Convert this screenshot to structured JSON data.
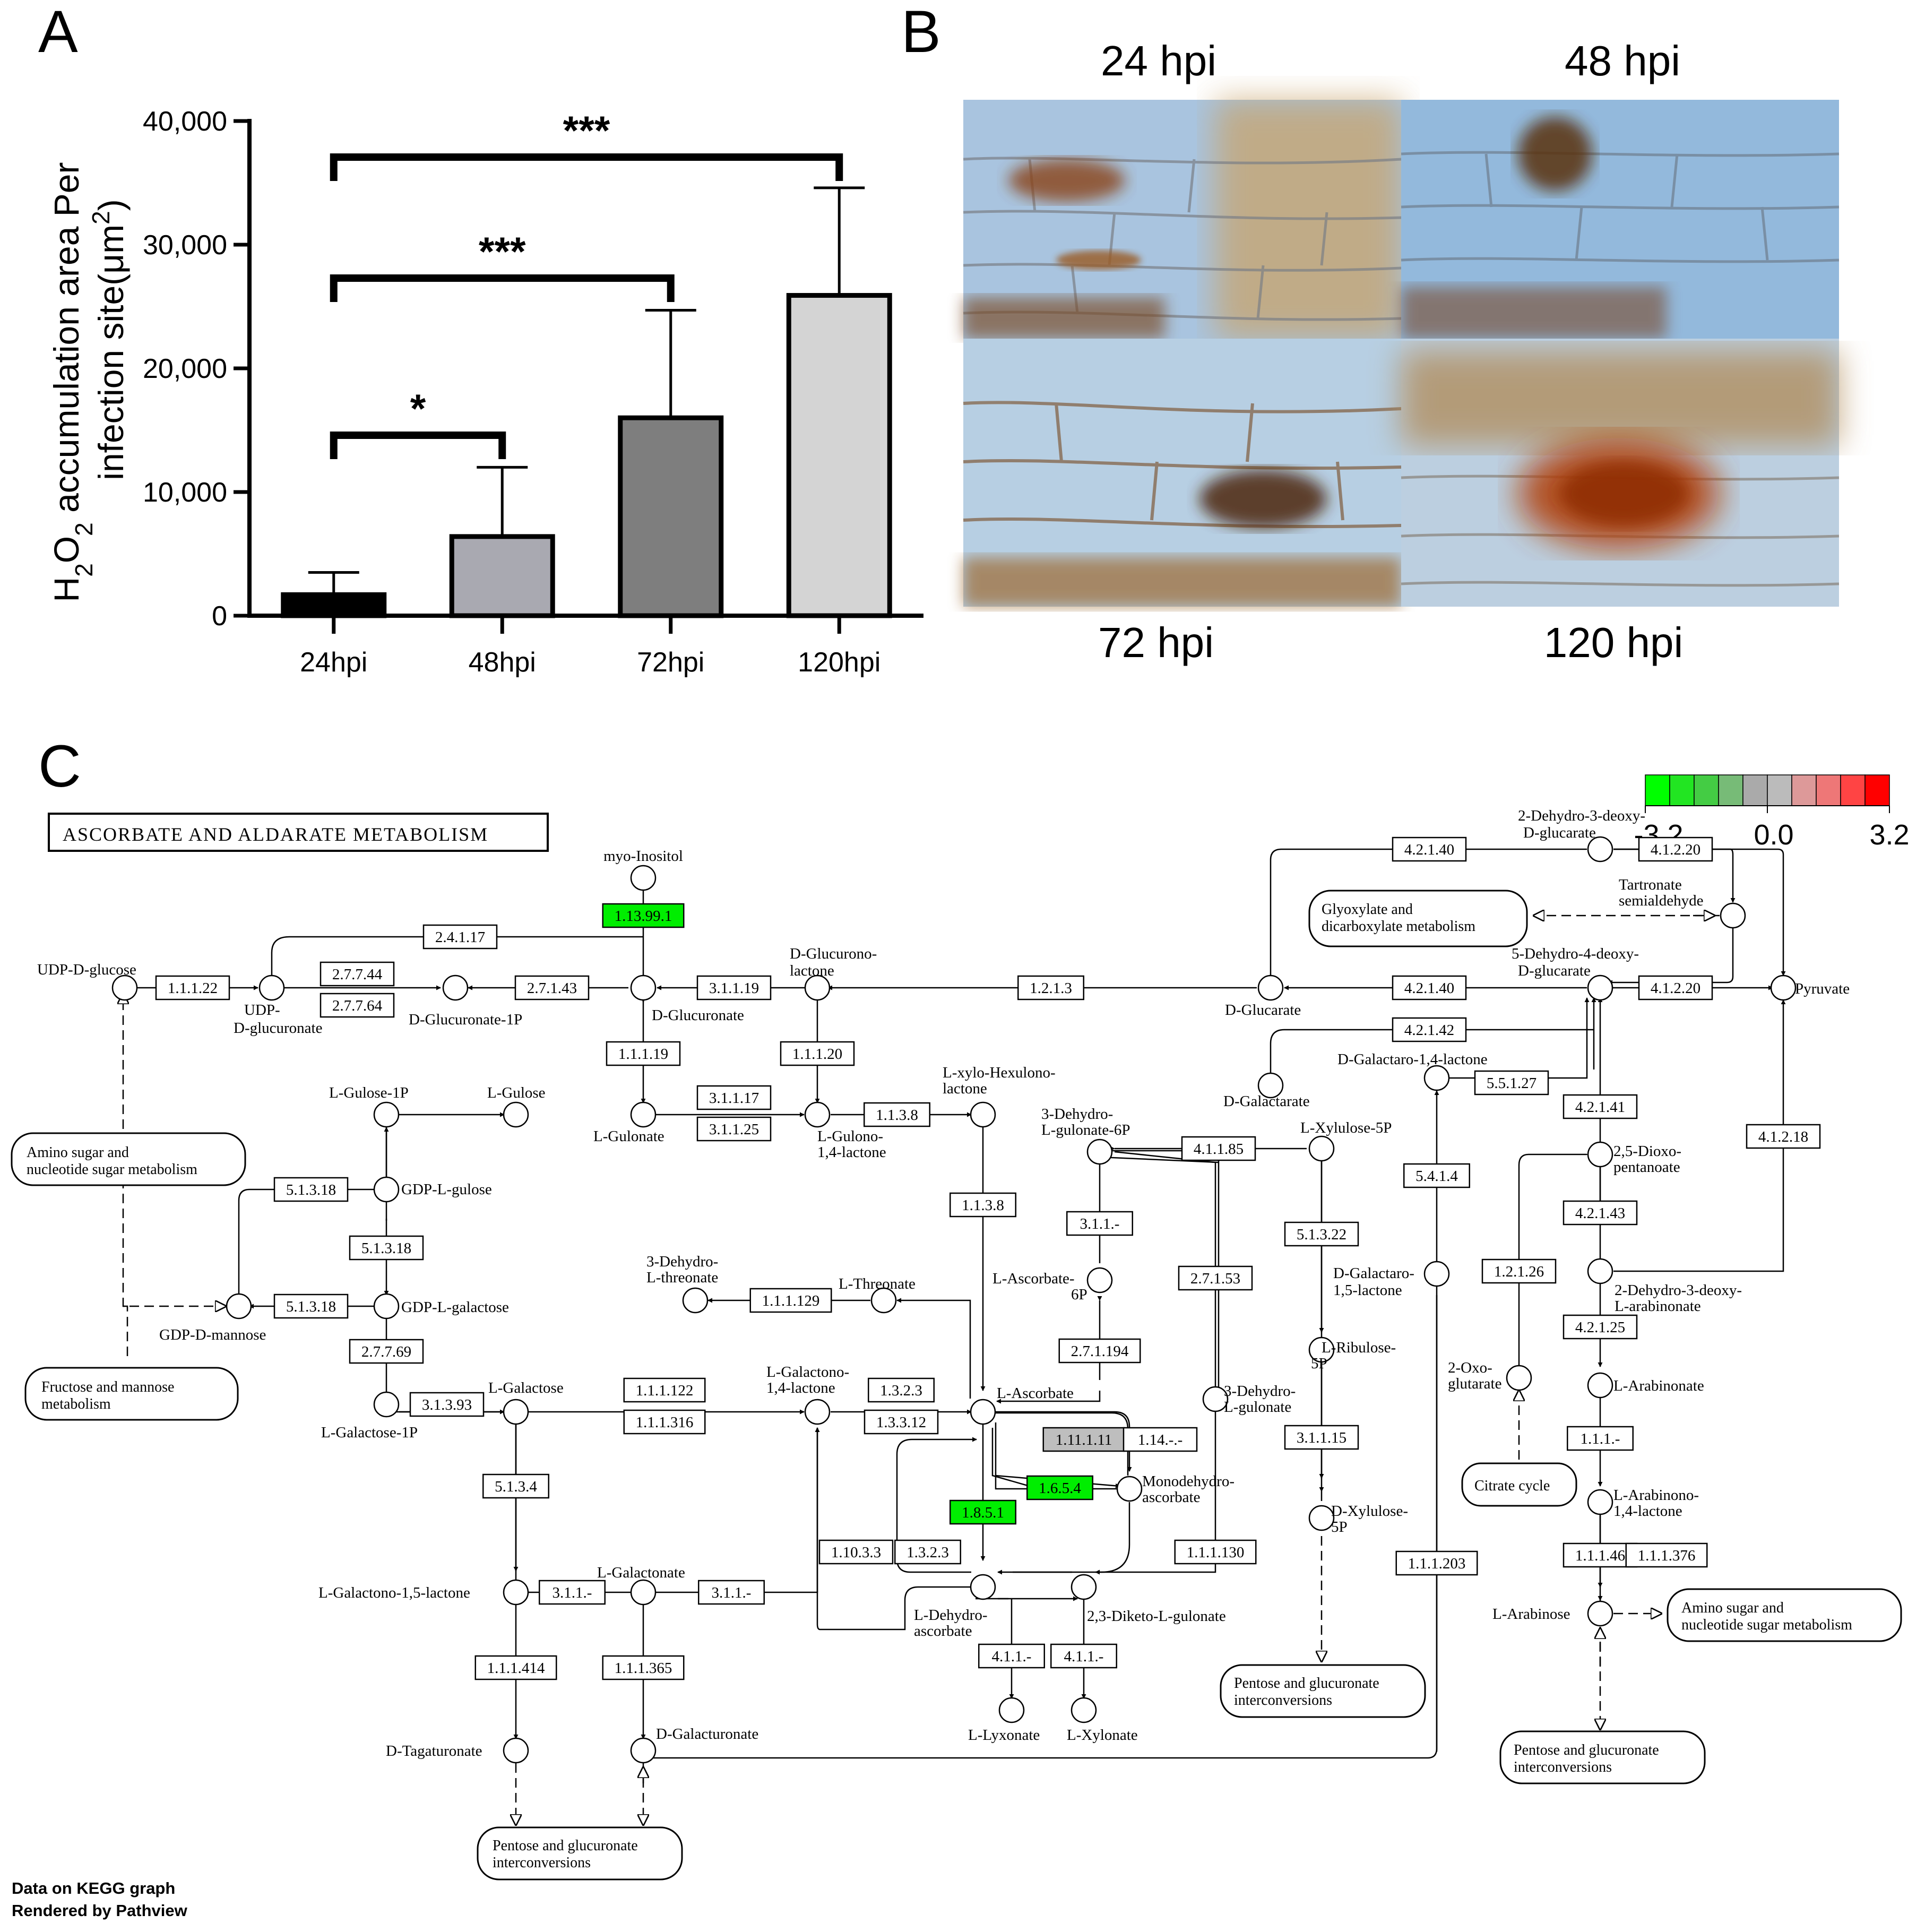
{
  "panel_a": {
    "letter": "A",
    "chart_data": {
      "type": "bar",
      "categories": [
        "24hpi",
        "48hpi",
        "72hpi",
        "120hpi"
      ],
      "values": [
        1700,
        6400,
        16000,
        25900
      ],
      "error_upper": [
        3500,
        12000,
        24700,
        34600
      ],
      "ylim": [
        0,
        40000
      ],
      "yticks": [
        "0",
        "10,000",
        "20,000",
        "30,000",
        "40,000"
      ],
      "ylabel_line1": "H",
      "ylabel_line1_sub1": "2",
      "ylabel_line1_mid": "O",
      "ylabel_line1_sub2": "2",
      "ylabel_line1_rest": " accumulation area Per",
      "ylabel_line2": "infection site(μm",
      "ylabel_line2_sup": "2",
      "ylabel_line2_end": ")",
      "bar_colors": [
        "#000000",
        "#a9a9b1",
        "#7e7e7e",
        "#d4d4d4"
      ],
      "significance": [
        {
          "from": "24hpi",
          "to": "48hpi",
          "label": "*"
        },
        {
          "from": "24hpi",
          "to": "72hpi",
          "label": "***"
        },
        {
          "from": "24hpi",
          "to": "120hpi",
          "label": "***"
        }
      ]
    }
  },
  "panel_b": {
    "letter": "B",
    "labels": [
      "24 hpi",
      "48 hpi",
      "72 hpi",
      "120 hpi"
    ]
  },
  "panel_c": {
    "letter": "C",
    "title": "ASCORBATE  AND  ALDARATE  METABOLISM",
    "scale": {
      "ticks": [
        "-3.2",
        "0.0",
        "3.2"
      ],
      "colors": [
        "#00ff00",
        "#22e522",
        "#44cc44",
        "#77bb77",
        "#aaaaaa",
        "#bbbbbb",
        "#dd9999",
        "#ee7777",
        "#ff4444",
        "#ff0000"
      ]
    },
    "compounds": {
      "myo_inositol": "myo-Inositol",
      "udp_d_glucose": "UDP-D-glucose",
      "udp_d_glucuronate_1": "UDP-",
      "udp_d_glucuronate_2": "D-glucuronate",
      "d_glucuronate_1p": "D-Glucuronate-1P",
      "d_glucuronate": "D-Glucuronate",
      "d_glucuronolactone_1": "D-Glucurono-",
      "d_glucuronolactone_2": "lactone",
      "d_glucarate": "D-Glucarate",
      "d_galactarate": "D-Galactarate",
      "d_galactaro_14_lactone": "D-Galactaro-1,4-lactone",
      "dehydro_deoxy_glucarate_1": "2-Dehydro-3-deoxy-",
      "dehydro_deoxy_glucarate_2": "D-glucarate",
      "tartronate_1": "Tartronate",
      "tartronate_2": "semialdehyde",
      "dehydro4_deoxy_glucarate_1": "5-Dehydro-4-deoxy-",
      "dehydro4_deoxy_glucarate_2": "D-glucarate",
      "pyruvate": "Pyruvate",
      "l_gulose_1p": "L-Gulose-1P",
      "l_gulose": "L-Gulose",
      "l_gulonate": "L-Gulonate",
      "l_gulono_lactone_1": "L-Gulono-",
      "l_gulono_lactone_2": "1,4-lactone",
      "l_xylo_hexulonolactone_1": "L-xylo-Hexulono-",
      "l_xylo_hexulonolactone_2": "lactone",
      "gdp_l_gulose": "GDP-L-gulose",
      "gdp_d_mannose": "GDP-D-mannose",
      "gdp_l_galactose": "GDP-L-galactose",
      "l_galactose_1p": "L-Galactose-1P",
      "l_galactose": "L-Galactose",
      "dehydro_threonate_1": "3-Dehydro-",
      "dehydro_threonate_2": "L-threonate",
      "l_threonate": "L-Threonate",
      "dehydro_gulonate_6p_1": "3-Dehydro-",
      "dehydro_gulonate_6p_2": "L-gulonate-6P",
      "l_xylulose_5p": "L-Xylulose-5P",
      "l_ascorbate_6p_1": "L-Ascorbate-",
      "l_ascorbate_6p_2": "6P",
      "d_galactaro_15_lactone_1": "D-Galactaro-",
      "d_galactaro_15_lactone_2": "1,5-lactone",
      "dioxo_pentanoate_1": "2,5-Dioxo-",
      "dioxo_pentanoate_2": "pentanoate",
      "dehydro_deoxy_arabinonate_1": "2-Dehydro-3-deoxy-",
      "dehydro_deoxy_arabinonate_2": "L-arabinonate",
      "l_ribulose_5p_1": "L-Ribulose-",
      "l_ribulose_5p_2": "5P",
      "oxoglutarate_1": "2-Oxo-",
      "oxoglutarate_2": "glutarate",
      "l_arabinonate": "L-Arabinonate",
      "l_galactono_lactone_1": "L-Galactono-",
      "l_galactono_lactone_2": "1,4-lactone",
      "l_ascorbate": "L-Ascorbate",
      "dehydro_gulonate_1": "3-Dehydro-",
      "dehydro_gulonate_2": "L-gulonate",
      "monodehydro_1": "Monodehydro-",
      "monodehydro_2": "ascorbate",
      "d_xylulose_5p_1": "D-Xylulose-",
      "d_xylulose_5p_2": "5P",
      "l_arabinono_lactone_1": "L-Arabinono-",
      "l_arabinono_lactone_2": "1,4-lactone",
      "l_galactono_15_lactone": "L-Galactono-1,5-lactone",
      "l_galactonate": "L-Galactonate",
      "l_dehydroascorbate_1": "L-Dehydro-",
      "l_dehydroascorbate_2": "ascorbate",
      "diketo_gulonate": "2,3-Diketo-L-gulonate",
      "l_arabinose": "L-Arabinose",
      "l_lyxonate": "L-Lyxonate",
      "l_xylonate": "L-Xylonate",
      "d_tagaturonate": "D-Tagaturonate",
      "d_galacturonate": "D-Galacturonate"
    },
    "pathways": {
      "glyoxylate_1": "Glyoxylate and",
      "glyoxylate_2": "dicarboxylate metabolism",
      "amino_sugar_1": "Amino sugar and",
      "amino_sugar_2": "nucleotide sugar metabolism",
      "fructose_1": "Fructose and mannose",
      "fructose_2": "metabolism",
      "citrate": "Citrate cycle",
      "pentose_a_1": "Pentose and glucuronate",
      "pentose_a_2": "interconversions",
      "amino_sugar_b_1": "Amino sugar and",
      "amino_sugar_b_2": "nucleotide sugar metabolism",
      "pentose_b_1": "Pentose and glucuronate",
      "pentose_b_2": "interconversions",
      "pentose_c_1": "Pentose and glucuronate",
      "pentose_c_2": "interconversions"
    },
    "enzymes": [
      {
        "label": "1.13.99.1",
        "color": "#00ee00"
      },
      {
        "label": "2.4.1.17",
        "color": "#ffffff"
      },
      {
        "label": "1.1.1.22",
        "color": "#ffffff"
      },
      {
        "label": "2.7.7.44",
        "color": "#ffffff"
      },
      {
        "label": "2.7.7.64",
        "color": "#ffffff"
      },
      {
        "label": "2.7.1.43",
        "color": "#ffffff"
      },
      {
        "label": "3.1.1.19",
        "color": "#ffffff"
      },
      {
        "label": "1.2.1.3",
        "color": "#ffffff"
      },
      {
        "label": "4.2.1.40",
        "color": "#ffffff"
      },
      {
        "label": "4.2.1.40",
        "color": "#ffffff"
      },
      {
        "label": "4.1.2.20",
        "color": "#ffffff"
      },
      {
        "label": "4.1.2.20",
        "color": "#ffffff"
      },
      {
        "label": "4.2.1.42",
        "color": "#ffffff"
      },
      {
        "label": "1.1.1.19",
        "color": "#ffffff"
      },
      {
        "label": "1.1.1.20",
        "color": "#ffffff"
      },
      {
        "label": "5.5.1.27",
        "color": "#ffffff"
      },
      {
        "label": "4.2.1.41",
        "color": "#ffffff"
      },
      {
        "label": "3.1.1.17",
        "color": "#ffffff"
      },
      {
        "label": "3.1.1.25",
        "color": "#ffffff"
      },
      {
        "label": "1.1.3.8",
        "color": "#ffffff"
      },
      {
        "label": "4.1.2.18",
        "color": "#ffffff"
      },
      {
        "label": "4.1.1.85",
        "color": "#ffffff"
      },
      {
        "label": "5.1.3.18",
        "color": "#ffffff"
      },
      {
        "label": "5.4.1.4",
        "color": "#ffffff"
      },
      {
        "label": "5.1.3.18",
        "color": "#ffffff"
      },
      {
        "label": "1.1.3.8",
        "color": "#ffffff"
      },
      {
        "label": "3.1.1.-",
        "color": "#ffffff"
      },
      {
        "label": "5.1.3.22",
        "color": "#ffffff"
      },
      {
        "label": "4.2.1.43",
        "color": "#ffffff"
      },
      {
        "label": "5.1.3.18",
        "color": "#ffffff"
      },
      {
        "label": "1.1.1.129",
        "color": "#ffffff"
      },
      {
        "label": "2.7.1.53",
        "color": "#ffffff"
      },
      {
        "label": "1.2.1.26",
        "color": "#ffffff"
      },
      {
        "label": "2.7.7.69",
        "color": "#ffffff"
      },
      {
        "label": "2.7.1.194",
        "color": "#ffffff"
      },
      {
        "label": "4.2.1.25",
        "color": "#ffffff"
      },
      {
        "label": "1.1.1.122",
        "color": "#ffffff"
      },
      {
        "label": "1.3.2.3",
        "color": "#ffffff"
      },
      {
        "label": "3.1.3.93",
        "color": "#ffffff"
      },
      {
        "label": "1.1.1.316",
        "color": "#ffffff"
      },
      {
        "label": "1.3.3.12",
        "color": "#ffffff"
      },
      {
        "label": "1.11.1.11",
        "color": "#bebebe"
      },
      {
        "label": "1.14.-.-",
        "color": "#ffffff"
      },
      {
        "label": "5.1.3.4",
        "color": "#ffffff"
      },
      {
        "label": "3.1.1.15",
        "color": "#ffffff"
      },
      {
        "label": "1.1.1.-",
        "color": "#ffffff"
      },
      {
        "label": "1.6.5.4",
        "color": "#00ee00"
      },
      {
        "label": "1.8.5.1",
        "color": "#00ee00"
      },
      {
        "label": "1.10.3.3",
        "color": "#ffffff"
      },
      {
        "label": "1.3.2.3",
        "color": "#ffffff"
      },
      {
        "label": "1.1.1.130",
        "color": "#ffffff"
      },
      {
        "label": "1.1.1.46",
        "color": "#ffffff"
      },
      {
        "label": "1.1.1.376",
        "color": "#ffffff"
      },
      {
        "label": "1.1.1.203",
        "color": "#ffffff"
      },
      {
        "label": "3.1.1.-",
        "color": "#ffffff"
      },
      {
        "label": "3.1.1.-",
        "color": "#ffffff"
      },
      {
        "label": "4.1.1.-",
        "color": "#ffffff"
      },
      {
        "label": "4.1.1.-",
        "color": "#ffffff"
      },
      {
        "label": "1.1.1.414",
        "color": "#ffffff"
      },
      {
        "label": "1.1.1.365",
        "color": "#ffffff"
      }
    ],
    "credit_1": "Data on KEGG graph",
    "credit_2": "Rendered by Pathview"
  }
}
